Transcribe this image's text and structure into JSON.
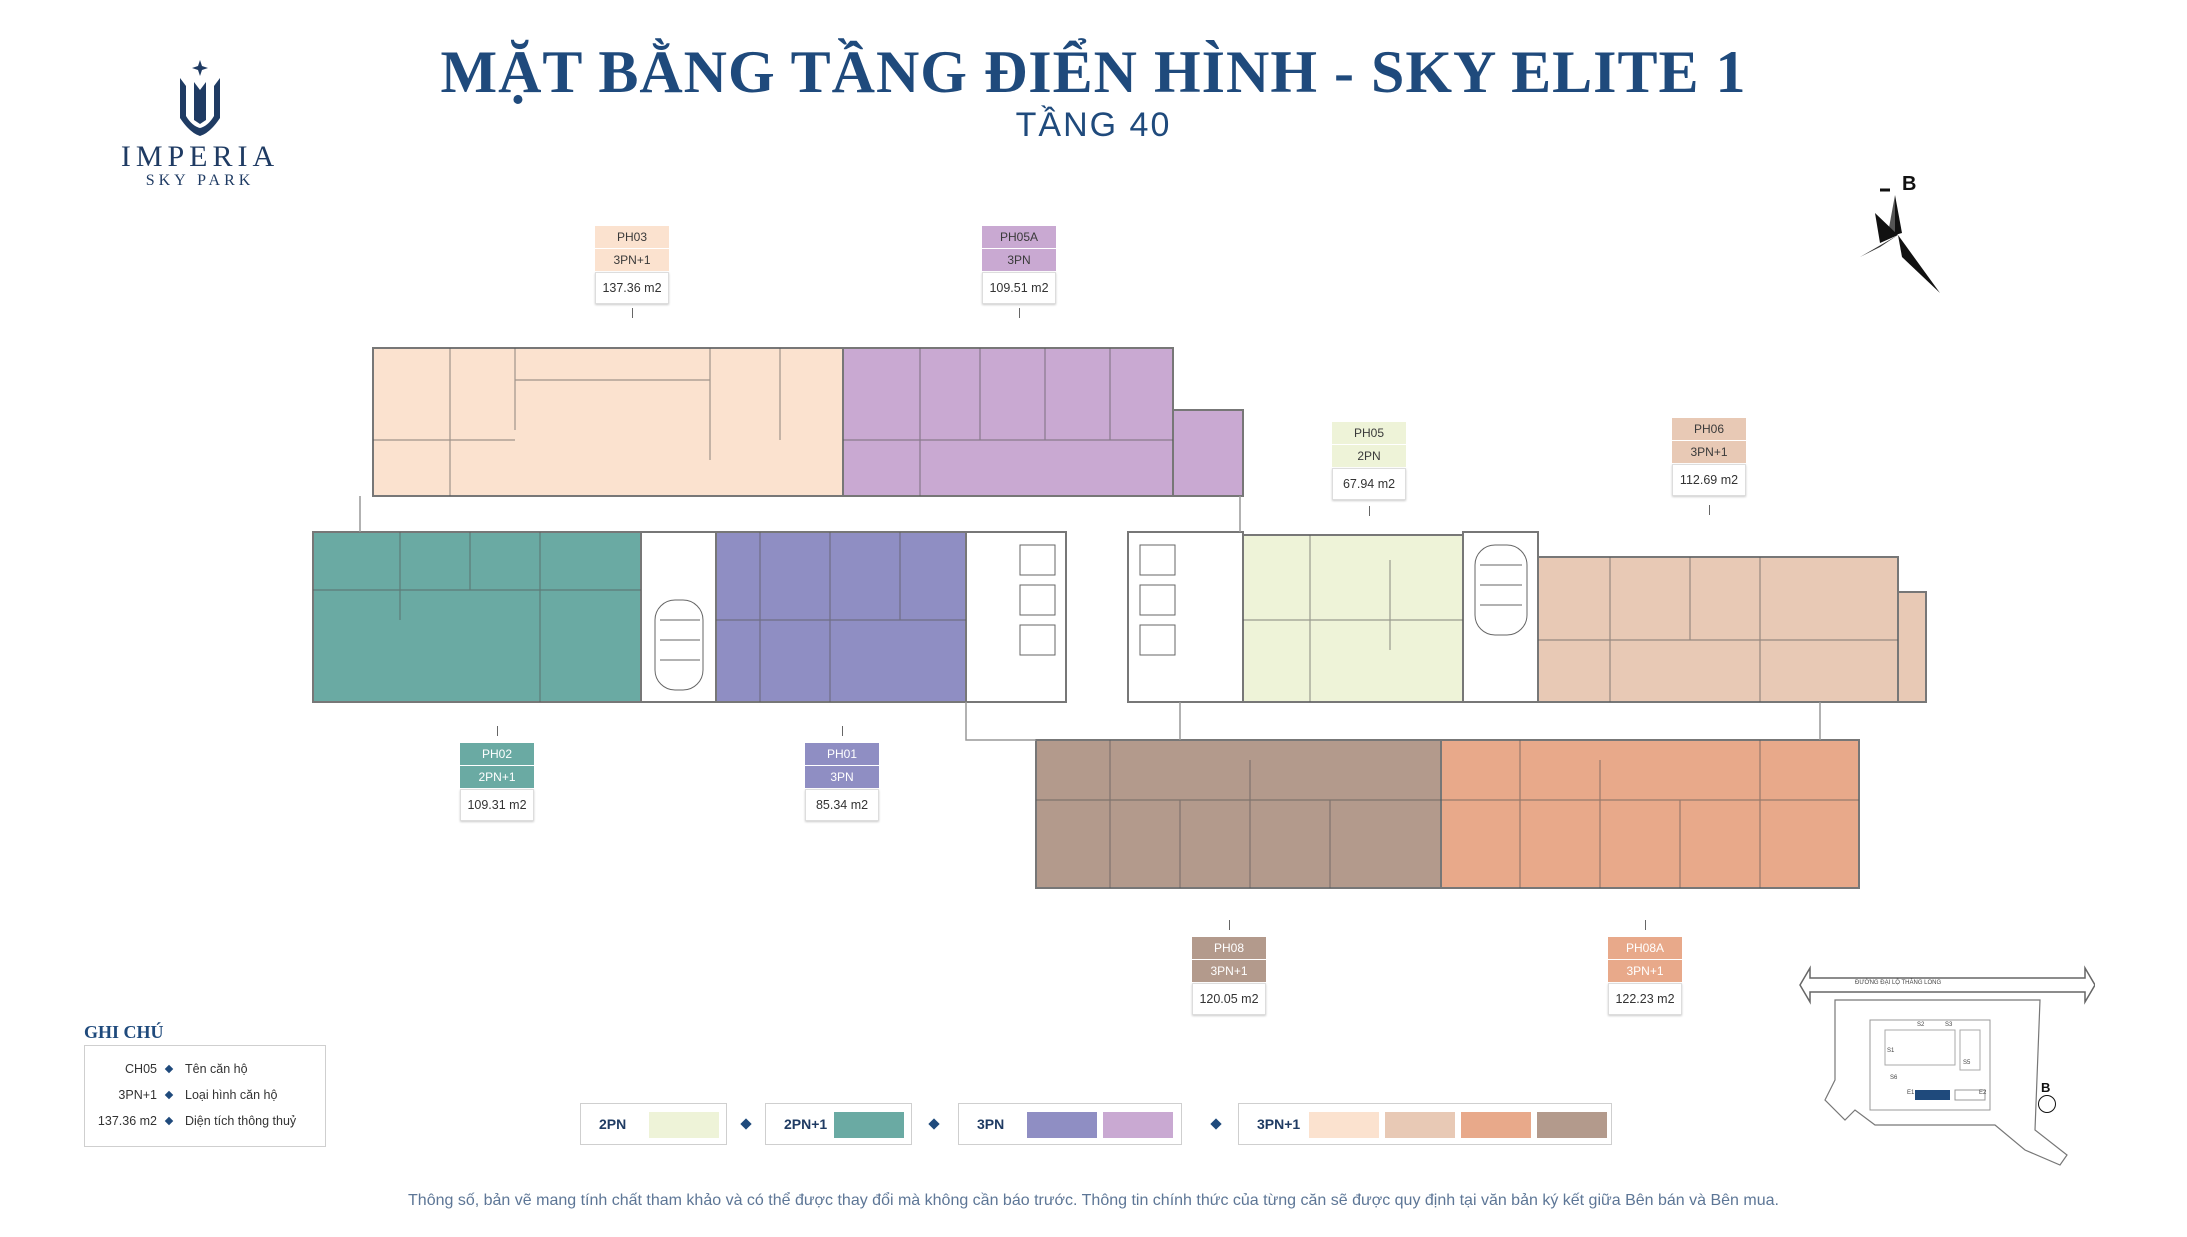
{
  "title": "MẶT BẰNG TẦNG ĐIỂN HÌNH - SKY ELITE 1",
  "subtitle": "TẦNG 40",
  "logo": {
    "name": "IMPERIA",
    "sub": "SKY PARK"
  },
  "compass": {
    "label": "B"
  },
  "colors": {
    "2pn": "#eef3d8",
    "2pn1": "#6aaaa3",
    "3pn_a": "#8f8ec3",
    "3pn_b": "#c9a9d2",
    "3pn1_a": "#fbe2cf",
    "3pn1_b": "#e8c9b5",
    "3pn1_c": "#e8a98a",
    "3pn1_d": "#b39a8c",
    "ink": "#1f4a7c"
  },
  "units": [
    {
      "name": "PH03",
      "type": "3PN+1",
      "area": "137.36 m2",
      "color": "#fbe2cf",
      "dark": false
    },
    {
      "name": "PH05A",
      "type": "3PN",
      "area": "109.51 m2",
      "color": "#c9a9d2",
      "dark": false
    },
    {
      "name": "PH05",
      "type": "2PN",
      "area": "67.94 m2",
      "color": "#eef3d8",
      "dark": false
    },
    {
      "name": "PH06",
      "type": "3PN+1",
      "area": "112.69 m2",
      "color": "#e8c9b5",
      "dark": false
    },
    {
      "name": "PH02",
      "type": "2PN+1",
      "area": "109.31 m2",
      "color": "#6aaaa3",
      "dark": true
    },
    {
      "name": "PH01",
      "type": "3PN",
      "area": "85.34 m2",
      "color": "#8f8ec3",
      "dark": true
    },
    {
      "name": "PH08",
      "type": "3PN+1",
      "area": "120.05 m2",
      "color": "#b39a8c",
      "dark": true
    },
    {
      "name": "PH08A",
      "type": "3PN+1",
      "area": "122.23 m2",
      "color": "#e8a98a",
      "dark": true
    }
  ],
  "notes": {
    "title": "GHI CHÚ",
    "rows": [
      {
        "code": "CH05",
        "desc": "Tên căn hộ"
      },
      {
        "code": "3PN+1",
        "desc": "Loại hình căn hộ"
      },
      {
        "code": "137.36 m2",
        "desc": "Diện tích thông thuỷ"
      }
    ]
  },
  "legend": [
    {
      "label": "2PN"
    },
    {
      "label": "2PN+1"
    },
    {
      "label": "3PN"
    },
    {
      "label": "3PN+1"
    }
  ],
  "site_plan": {
    "road_label": "ĐƯỜNG ĐẠI LỘ THĂNG LONG",
    "blocks": [
      "S1",
      "S2",
      "S3",
      "S5",
      "S6",
      "E1",
      "E2"
    ],
    "north": "B"
  },
  "disclaimer": "Thông số, bản vẽ mang tính chất tham khảo và có thể được thay đổi mà không cần báo trước. Thông tin chính thức của từng căn sẽ được quy định tại văn bản ký kết giữa Bên bán và Bên mua."
}
